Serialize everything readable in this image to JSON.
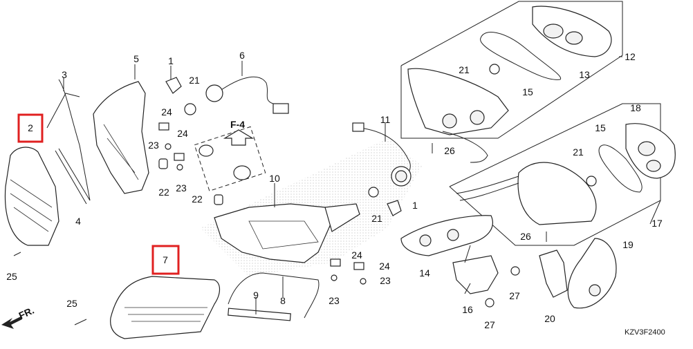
{
  "diagram_code": "KZV3F2400",
  "front_marker": "FR.",
  "ref_label": "F-4",
  "highlight_color": "#e02020",
  "highlighted_parts": [
    "2",
    "7"
  ],
  "part_numbers": [
    "1",
    "2",
    "3",
    "4",
    "5",
    "6",
    "7",
    "8",
    "9",
    "10",
    "11",
    "12",
    "13",
    "14",
    "15",
    "16",
    "17",
    "18",
    "19",
    "20",
    "21",
    "22",
    "23",
    "24",
    "25",
    "26",
    "27"
  ]
}
